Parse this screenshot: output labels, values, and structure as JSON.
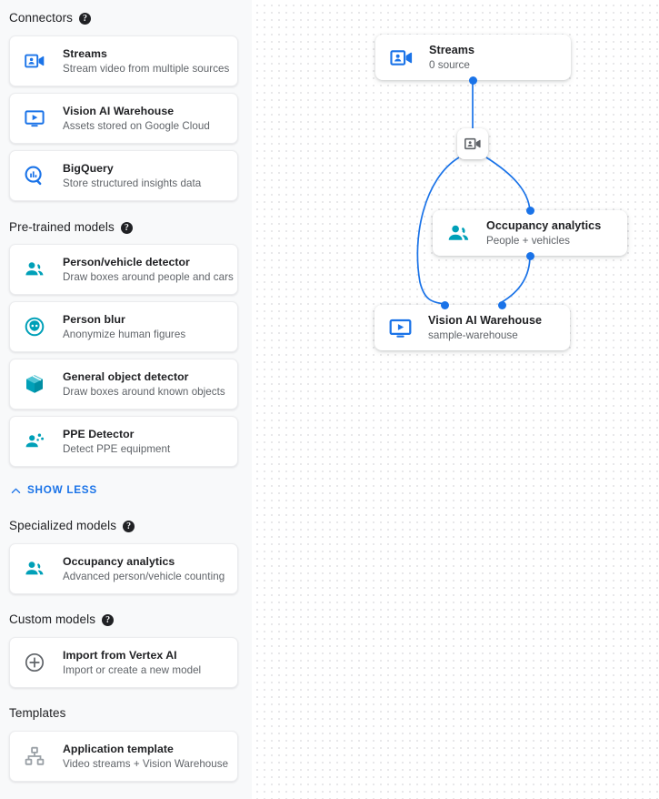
{
  "sidebar": {
    "sections": [
      {
        "title": "Connectors",
        "has_help": true,
        "help_glyph": "?",
        "items": [
          {
            "icon": "video-camera-icon",
            "title": "Streams",
            "subtitle": "Stream video from multiple sources"
          },
          {
            "icon": "monitor-play-icon",
            "title": "Vision AI Warehouse",
            "subtitle": "Assets stored on Google Cloud"
          },
          {
            "icon": "bigquery-magnifier-icon",
            "title": "BigQuery",
            "subtitle": "Store structured insights data"
          }
        ]
      },
      {
        "title": "Pre-trained models",
        "has_help": true,
        "help_glyph": "?",
        "items": [
          {
            "icon": "people-detector-icon",
            "title": "Person/vehicle detector",
            "subtitle": "Draw boxes around people and cars"
          },
          {
            "icon": "person-blur-icon",
            "title": "Person blur",
            "subtitle": "Anonymize human figures"
          },
          {
            "icon": "cube-object-icon",
            "title": "General object detector",
            "subtitle": "Draw boxes around known objects"
          },
          {
            "icon": "ppe-detector-icon",
            "title": "PPE Detector",
            "subtitle": "Detect PPE equipment"
          }
        ]
      },
      {
        "title": "Specialized models",
        "has_help": true,
        "help_glyph": "?",
        "items": [
          {
            "icon": "people-detector-icon",
            "title": "Occupancy analytics",
            "subtitle": "Advanced person/vehicle counting"
          }
        ]
      },
      {
        "title": "Custom models",
        "has_help": true,
        "help_glyph": "?",
        "items": [
          {
            "icon": "plus-circle-icon",
            "title": "Import from Vertex AI",
            "subtitle": "Import or create a new model"
          }
        ]
      },
      {
        "title": "Templates",
        "has_help": false,
        "help_glyph": "?",
        "items": [
          {
            "icon": "hierarchy-icon",
            "title": "Application template",
            "subtitle": "Video streams + Vision Warehouse"
          }
        ]
      }
    ],
    "show_less": {
      "label": "SHOW LESS",
      "icon": "chevron-up-icon"
    }
  },
  "canvas": {
    "nodes": [
      {
        "id": "streams",
        "icon": "video-camera-icon",
        "title": "Streams",
        "subtitle": "0 source"
      },
      {
        "id": "occupancy",
        "icon": "people-detector-icon",
        "title": "Occupancy analytics",
        "subtitle": "People + vehicles"
      },
      {
        "id": "warehouse",
        "icon": "monitor-play-icon",
        "title": "Vision AI Warehouse",
        "subtitle": "sample-warehouse"
      }
    ],
    "mini_node": {
      "id": "stream-relay",
      "icon": "video-camera-icon"
    }
  },
  "colors": {
    "accent_blue": "#1a73e8",
    "model_teal": "#00a0b8",
    "icon_gray": "#5f6368",
    "text_primary": "#202124",
    "text_secondary": "#5f6368",
    "sidebar_bg": "#f8f9fa",
    "canvas_bg": "#ffffff"
  }
}
